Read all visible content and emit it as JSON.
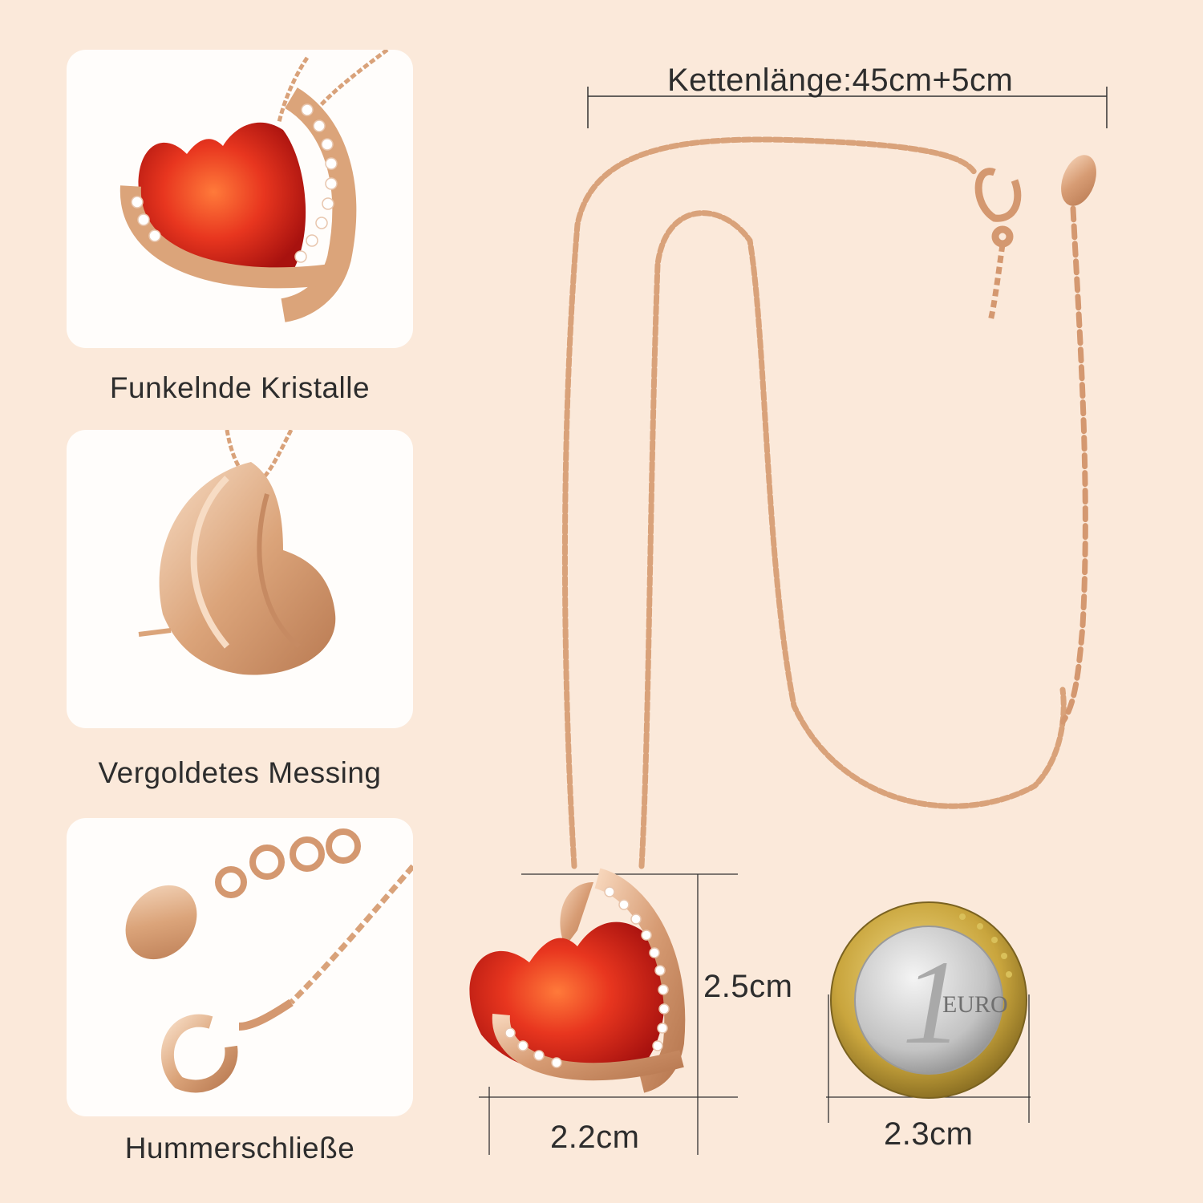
{
  "features": [
    {
      "caption": "Funkelnde Kristalle",
      "icon": "heart-pendant-front-image"
    },
    {
      "caption": "Vergoldetes Messing",
      "icon": "heart-pendant-back-image"
    },
    {
      "caption": "Hummerschließe",
      "icon": "lobster-clasp-image"
    }
  ],
  "dimensions": {
    "chain_length": "Kettenlänge:45cm+5cm",
    "pendant_height": "2.5cm",
    "pendant_width": "2.2cm",
    "coin_width": "2.3cm"
  },
  "coin": {
    "label": "EURO",
    "value": "1"
  },
  "colors": {
    "background": "#fbe9da",
    "gold": "#d9a27a",
    "crystal_red": "#d8261c"
  }
}
